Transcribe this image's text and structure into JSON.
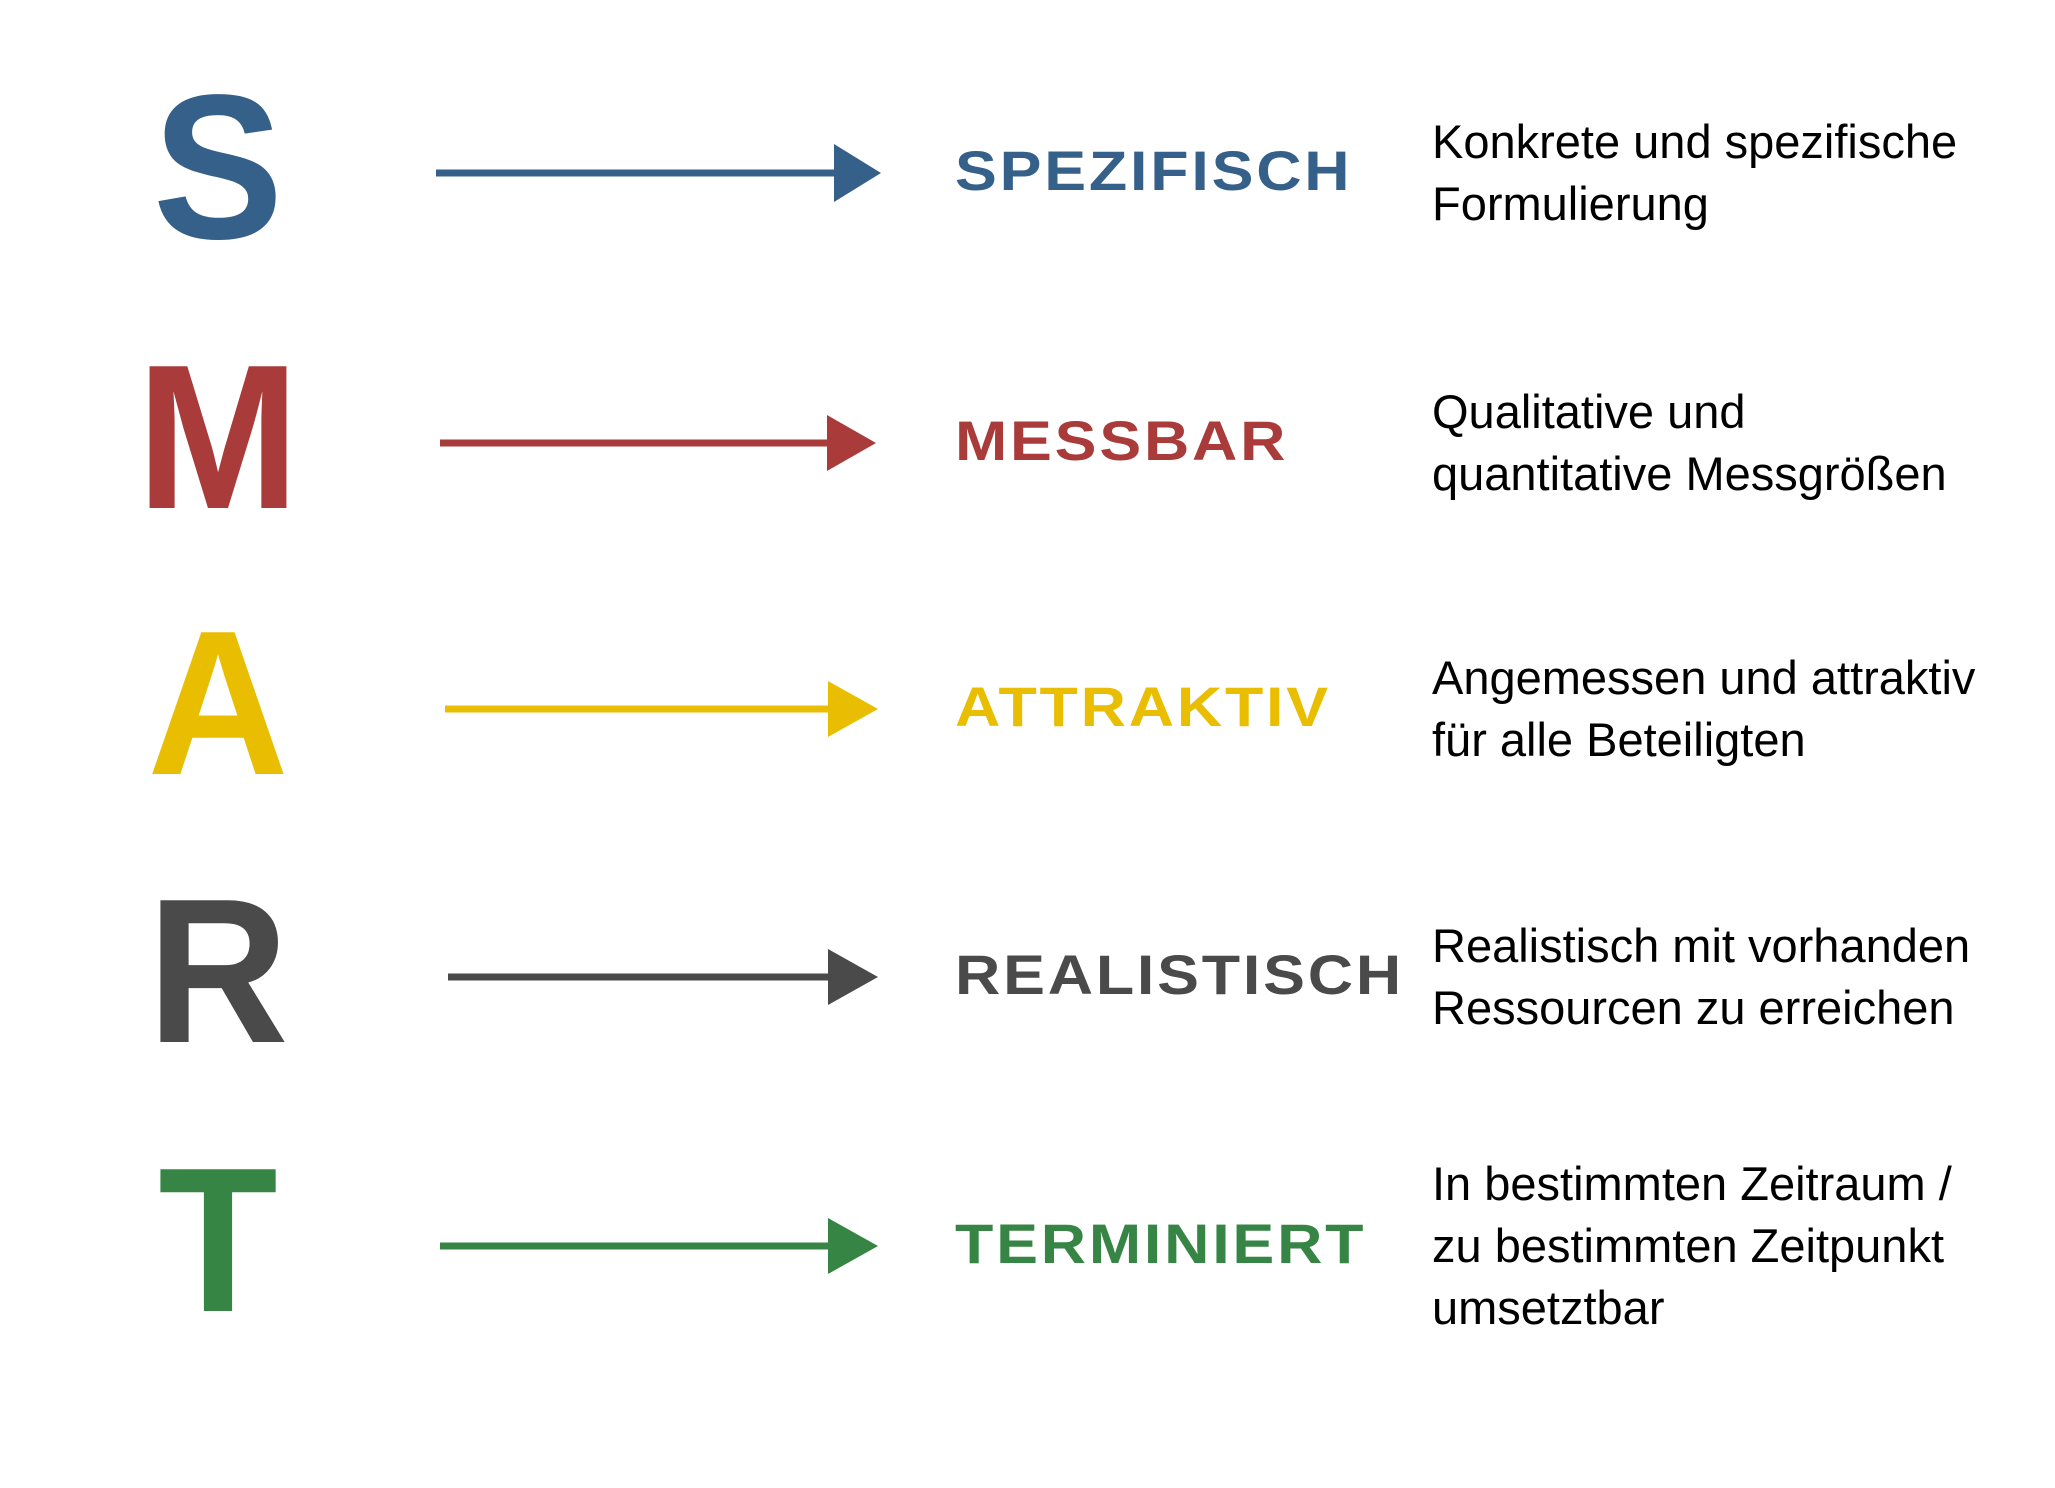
{
  "title": "SMART",
  "rows": [
    {
      "letter": "S",
      "label": "SPEZIFISCH",
      "color": "#356089",
      "description": [
        "Konkrete und spezifische",
        "Formulierung"
      ]
    },
    {
      "letter": "M",
      "label": "MESSBAR",
      "color": "#A93B3B",
      "description": [
        "Qualitative und",
        "quantitative Messgrößen"
      ]
    },
    {
      "letter": "A",
      "label": "ATTRAKTIV",
      "color": "#E9BE00",
      "description": [
        "Angemessen und attraktiv",
        "für alle Beteiligten"
      ]
    },
    {
      "letter": "R",
      "label": "REALISTISCH",
      "color": "#4A4A4A",
      "description": [
        "Realistisch mit vorhanden",
        "Ressourcen zu erreichen"
      ]
    },
    {
      "letter": "T",
      "label": "TERMINIERT",
      "color": "#368544",
      "description": [
        "In bestimmten Zeitraum /",
        "zu bestimmten Zeitpunkt",
        "umsetztbar"
      ]
    }
  ],
  "icons": {
    "arrow": "arrow-right-icon"
  }
}
